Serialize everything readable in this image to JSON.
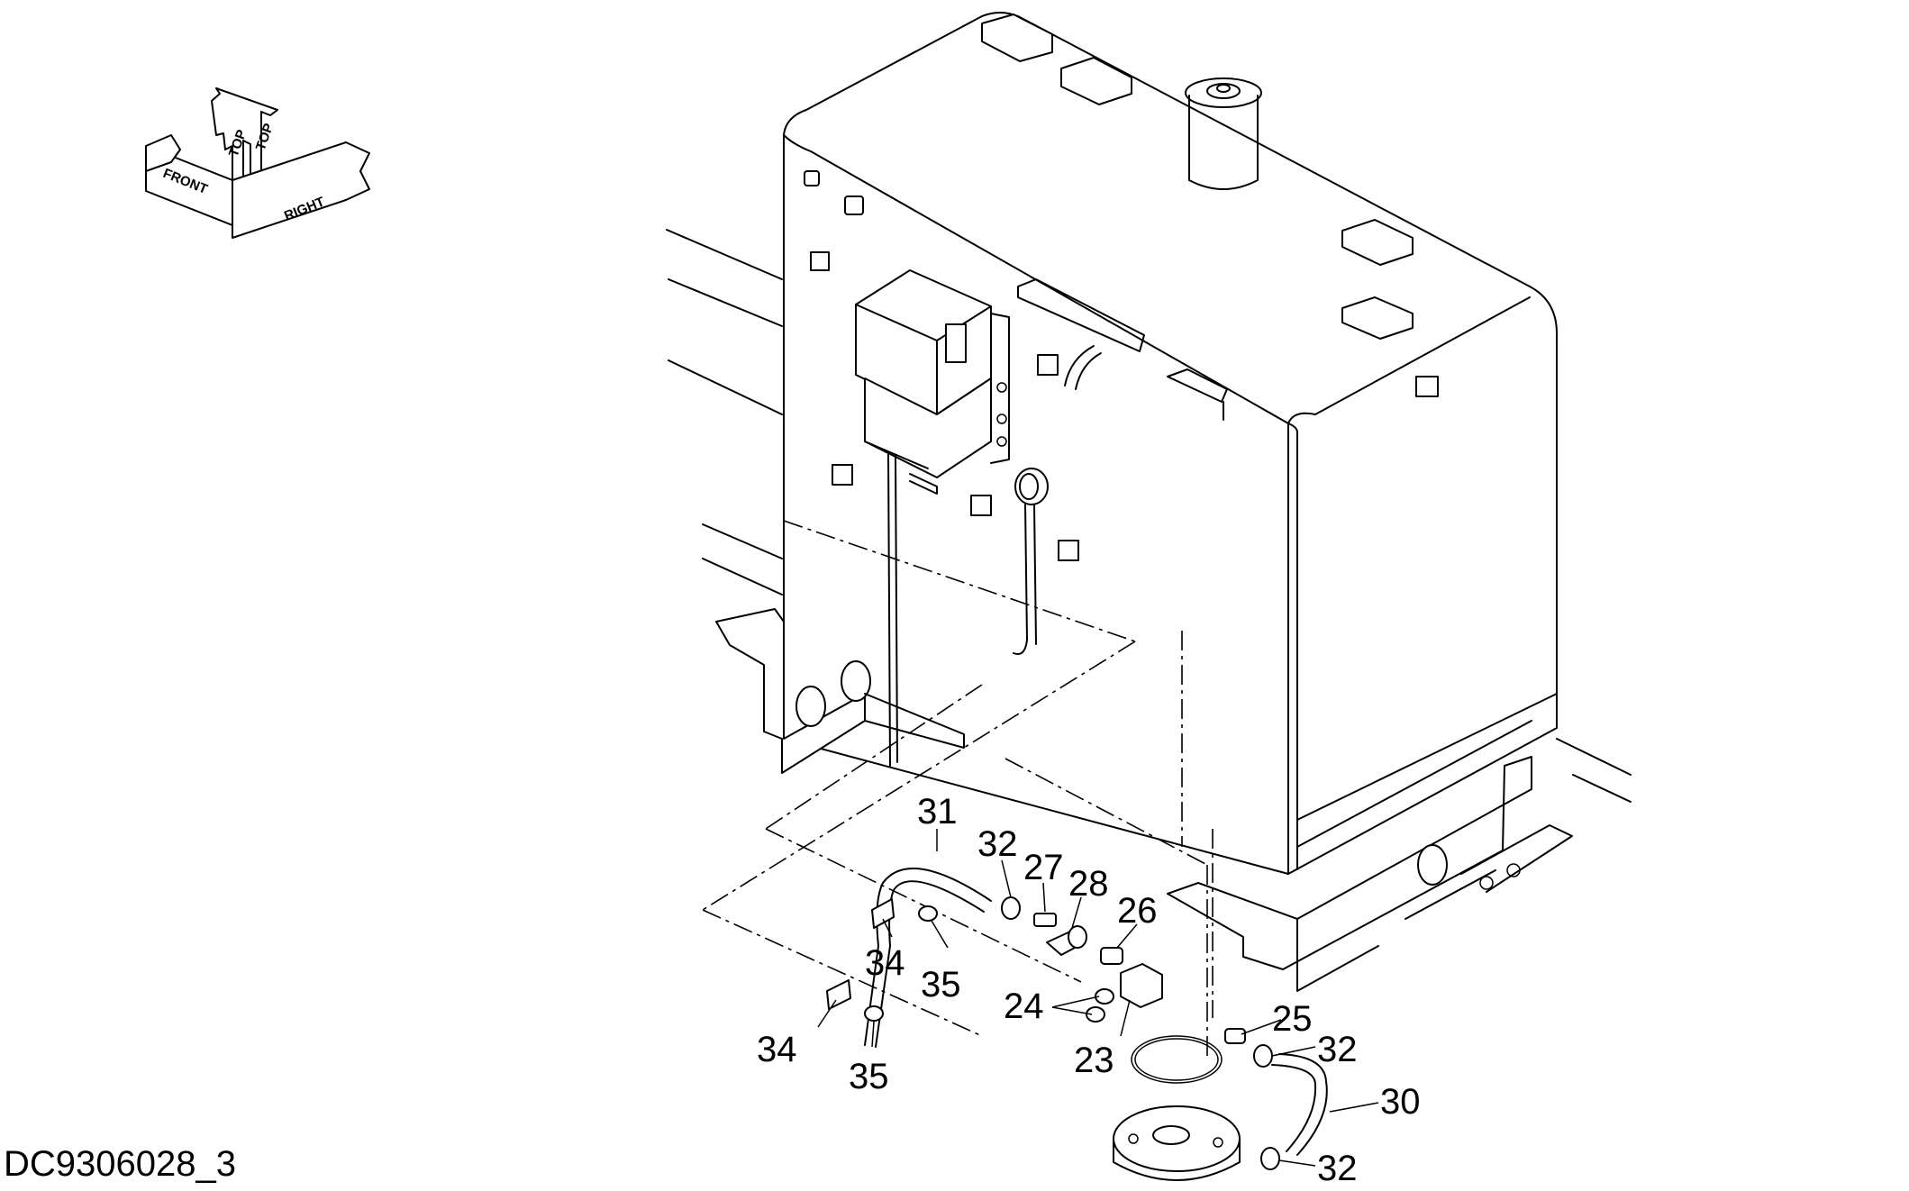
{
  "drawing_id": "DC9306028_3",
  "orientation": {
    "front": "FRONT",
    "top": "TOP",
    "right": "RIGHT"
  },
  "callouts": [
    {
      "id": "c31",
      "text": "31"
    },
    {
      "id": "c32a",
      "text": "32"
    },
    {
      "id": "c27",
      "text": "27"
    },
    {
      "id": "c28",
      "text": "28"
    },
    {
      "id": "c26",
      "text": "26"
    },
    {
      "id": "c34a",
      "text": "34"
    },
    {
      "id": "c35a",
      "text": "35"
    },
    {
      "id": "c24",
      "text": "24"
    },
    {
      "id": "c25",
      "text": "25"
    },
    {
      "id": "c32b",
      "text": "32"
    },
    {
      "id": "c34b",
      "text": "34"
    },
    {
      "id": "c35b",
      "text": "35"
    },
    {
      "id": "c23",
      "text": "23"
    },
    {
      "id": "c30",
      "text": "30"
    },
    {
      "id": "c32c",
      "text": "32"
    }
  ]
}
